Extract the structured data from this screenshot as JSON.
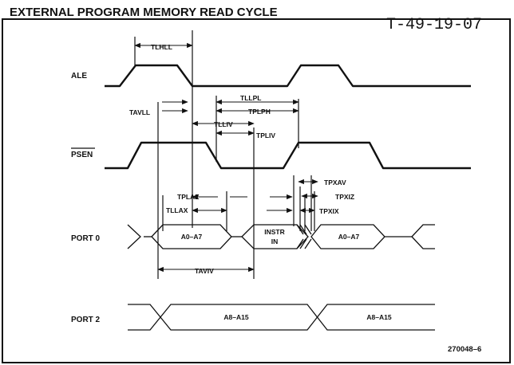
{
  "title": "EXTERNAL PROGRAM MEMORY READ CYCLE",
  "doc_code": "T-49-19-07",
  "figure_id": "270048–6",
  "signals": {
    "ale": "ALE",
    "psen": "PSEN",
    "port0": "PORT 0",
    "port2": "PORT 2"
  },
  "bus_values": {
    "p0_addr_1": "A0–A7",
    "p0_instr_line1": "INSTR",
    "p0_instr_line2": "IN",
    "p0_addr_2": "A0–A7",
    "p2_addr_1": "A8–A15",
    "p2_addr_2": "A8–A15"
  },
  "timing": {
    "tlhll": "TLHLL",
    "tavll": "TAVLL",
    "tllpl": "TLLPL",
    "tplph": "TPLPH",
    "tlliv": "TLLIV",
    "tpliv": "TPLIV",
    "tplaz": "TPLAZ",
    "tllax": "TLLAX",
    "tpxav": "TPXAV",
    "tpxiz": "TPXIZ",
    "tpxix": "TPXIX",
    "taviv": "TAVIV"
  }
}
